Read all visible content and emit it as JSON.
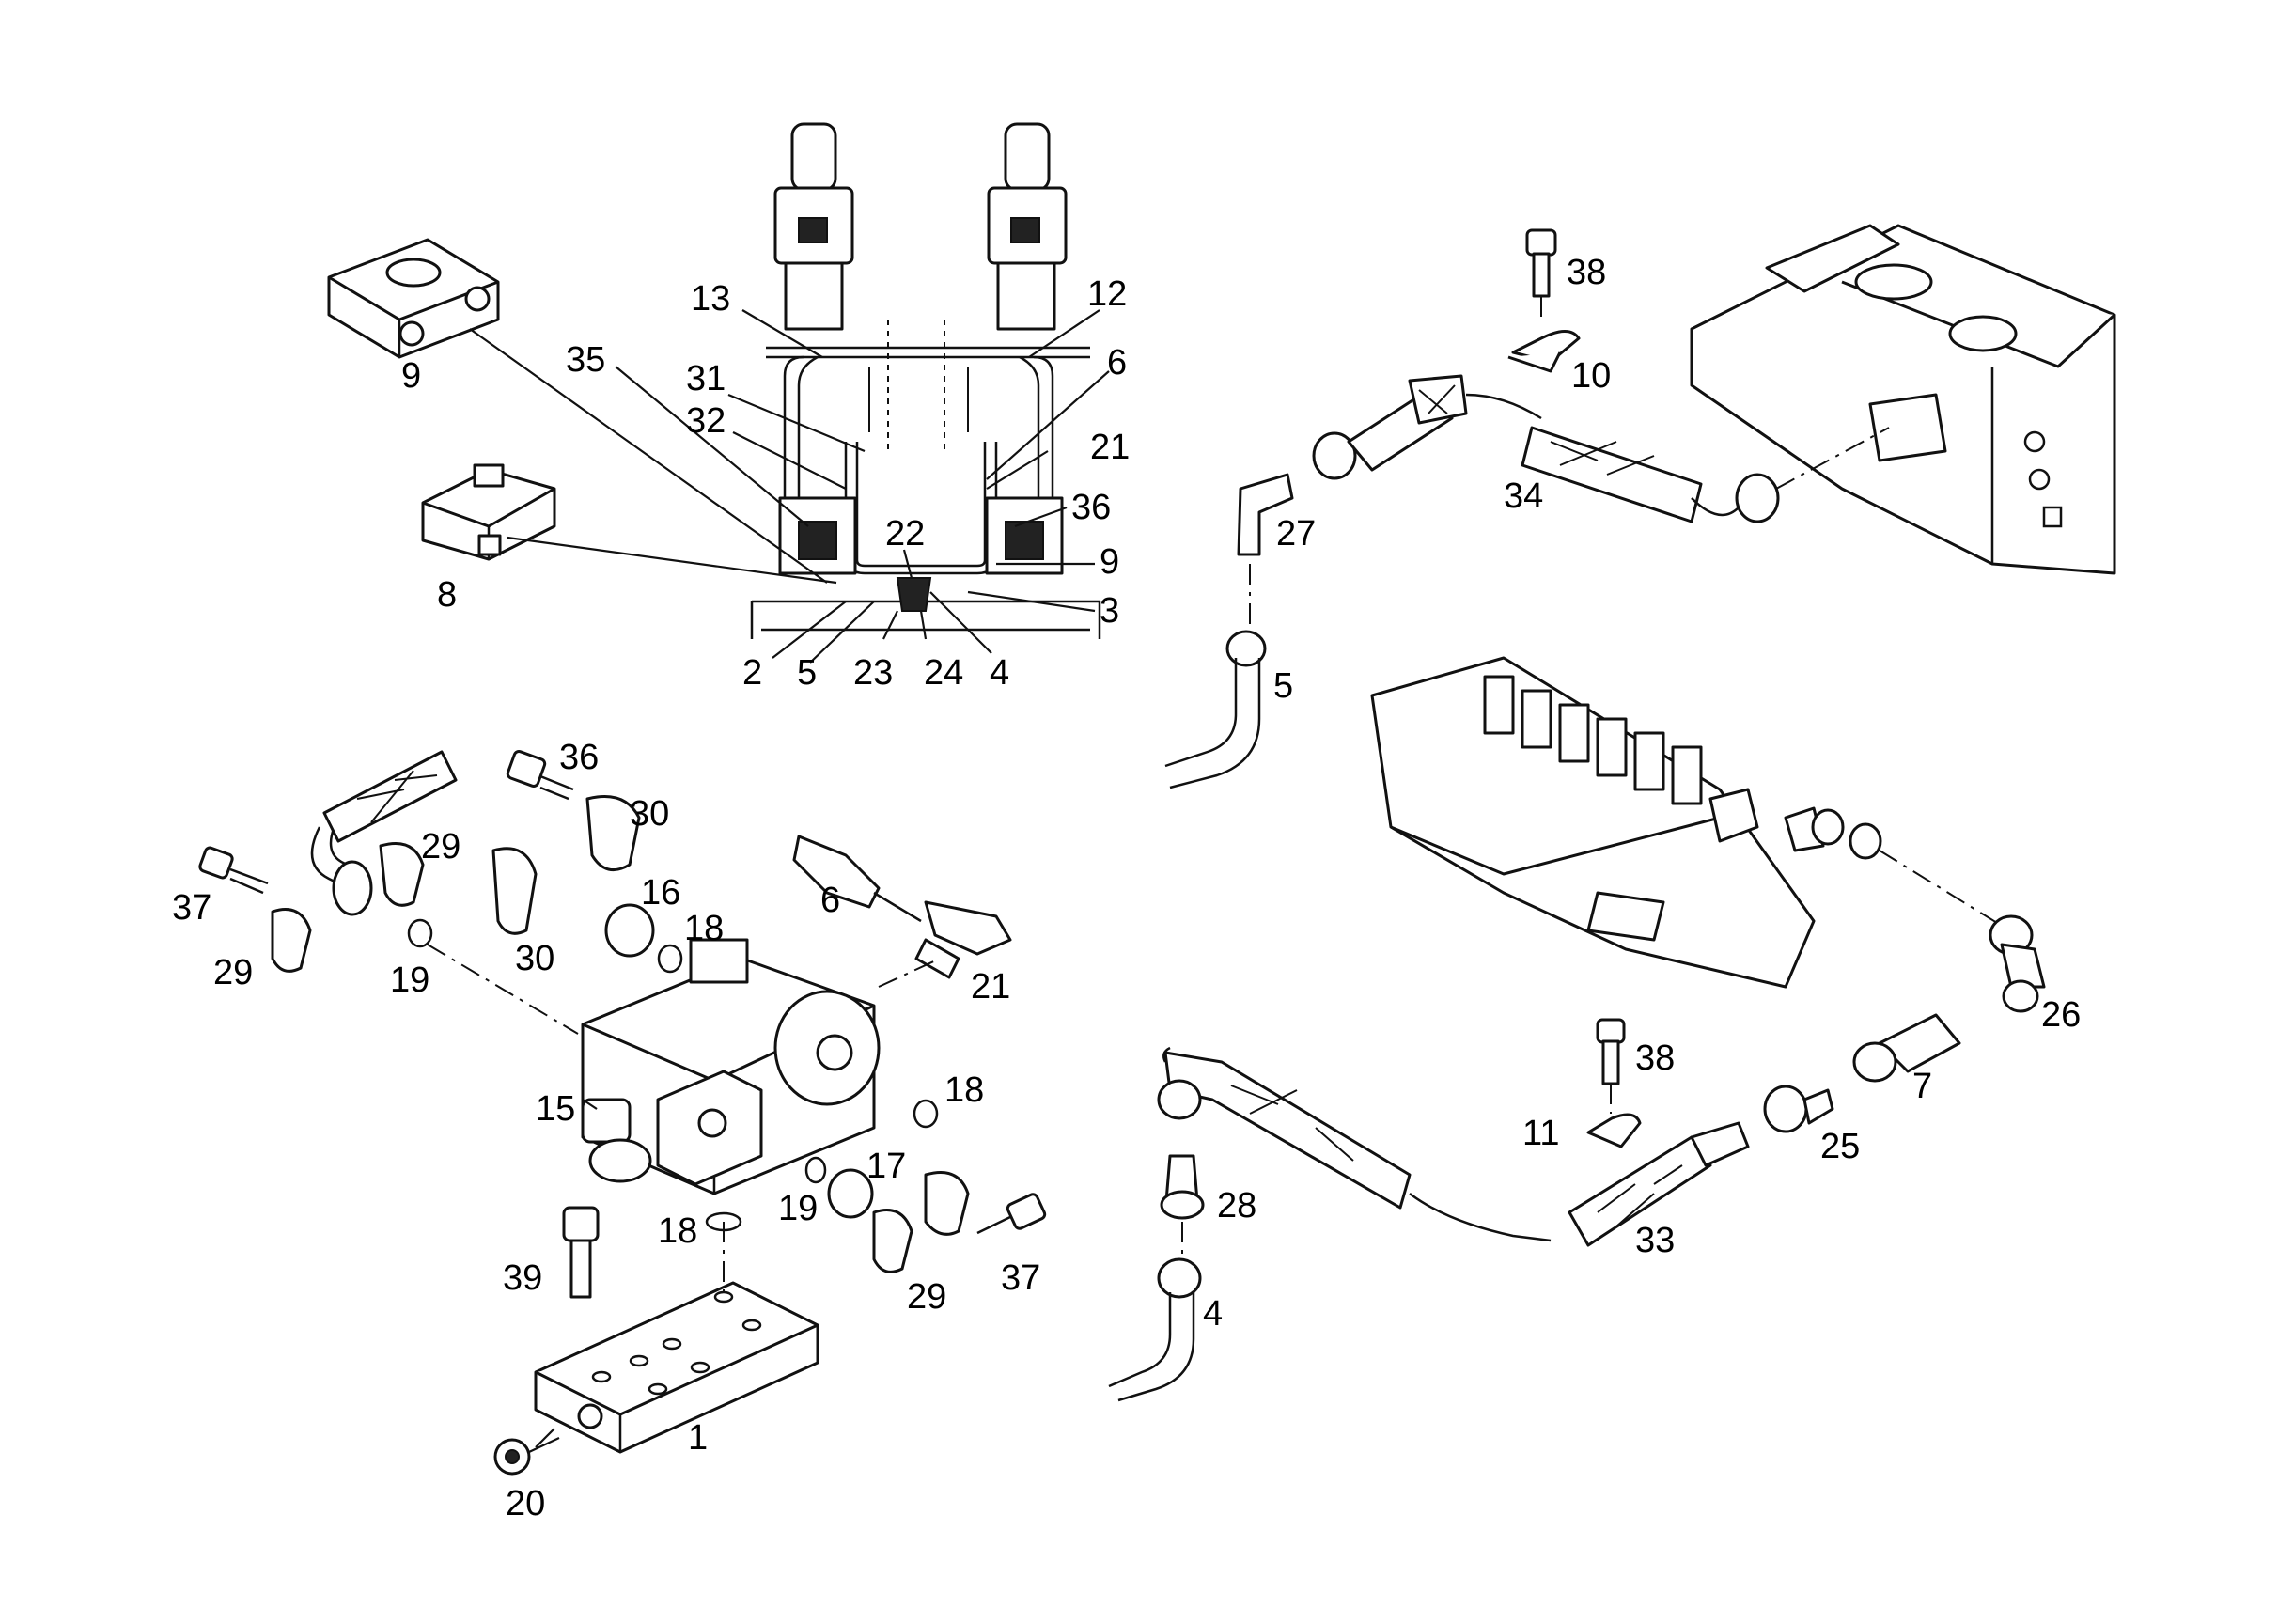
{
  "labels": {
    "l1": "1",
    "l2": "2",
    "l3": "3",
    "l4a": "4",
    "l4b": "4",
    "l5a": "5",
    "l5b": "5",
    "l6a": "6",
    "l6b": "6",
    "l7": "7",
    "l8": "8",
    "l9a": "9",
    "l9b": "9",
    "l10": "10",
    "l11": "11",
    "l12": "12",
    "l13": "13",
    "l15": "15",
    "l16": "16",
    "l17": "17",
    "l18a": "18",
    "l18b": "18",
    "l18c": "18",
    "l19a": "19",
    "l19b": "19",
    "l20": "20",
    "l21a": "21",
    "l21b": "21",
    "l22": "22",
    "l23": "23",
    "l24": "24",
    "l25": "25",
    "l26": "26",
    "l27": "27",
    "l28": "28",
    "l29a": "29",
    "l29b": "29",
    "l29c": "29",
    "l30a": "30",
    "l30b": "30",
    "l31": "31",
    "l32": "32",
    "l33": "33",
    "l34": "34",
    "l35": "35",
    "l36a": "36",
    "l36b": "36",
    "l37a": "37",
    "l37b": "37",
    "l38a": "38",
    "l38b": "38",
    "l39": "39"
  }
}
